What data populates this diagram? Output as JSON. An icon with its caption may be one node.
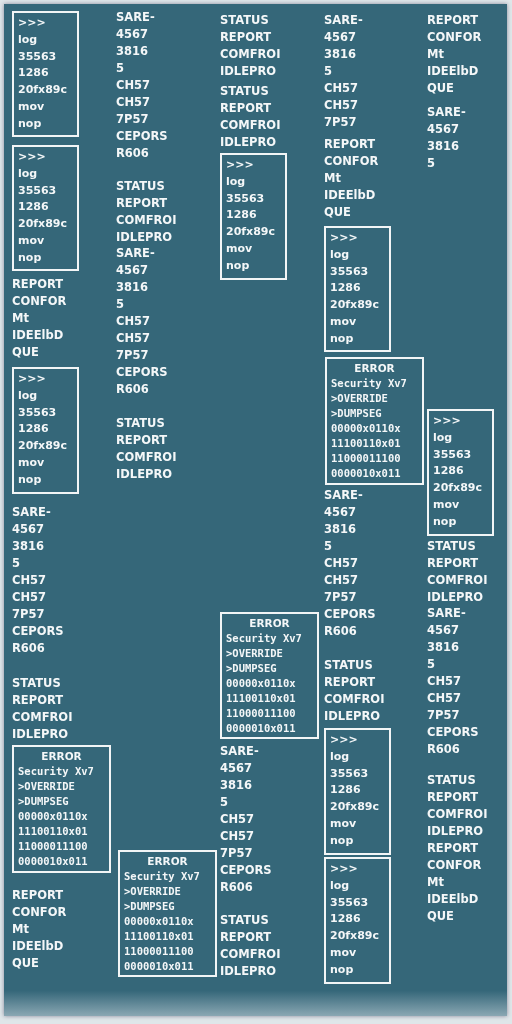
{
  "diagram": {
    "nodes": [
      {
        "text": [
          ">>>",
          "log",
          "35563",
          "1286",
          "20fx89c",
          "mov",
          "nop"
        ]
      },
      {
        "text": [
          ">>>",
          "log",
          "35563",
          "1286",
          "20fx89c",
          "mov",
          "nop"
        ]
      },
      {
        "text": [
          ">>>",
          "log",
          "35563",
          "1286",
          "20fx89c",
          "mov",
          "nop"
        ]
      },
      {
        "text": [
          "ERROR",
          "Security Xv7",
          ">OVERRIDE",
          ">DUMPSEG",
          "00000x0110x",
          "11100110x01",
          "11000011100",
          "0000010x011"
        ]
      },
      {
        "text": [
          "ERROR",
          "Security Xv7",
          ">OVERRIDE",
          ">DUMPSEG",
          "00000x0110x",
          "11100110x01",
          "11000011100",
          "0000010x011"
        ]
      },
      {
        "text": [
          ">>>",
          "log",
          "35563",
          "1286",
          "20fx89c",
          "mov",
          "nop"
        ]
      },
      {
        "text": [
          "ERROR",
          "Security Xv7",
          ">OVERRIDE",
          ">DUMPSEG",
          "00000x0110x",
          "11100110x01",
          "11000011100",
          "0000010x011"
        ]
      },
      {
        "text": [
          ">>>",
          "log",
          "35563",
          "1286",
          "20fx89c",
          "mov",
          "nop"
        ]
      },
      {
        "text": [
          "ERROR",
          "Security Xv7",
          ">OVERRIDE",
          ">DUMPSEG",
          "00000x0110x",
          "11100110x01",
          "11000011100",
          "0000010x011"
        ]
      },
      {
        "text": [
          ">>>",
          "log",
          "35563",
          "1286",
          "20fx89c",
          "mov",
          "nop"
        ]
      },
      {
        "text": [
          ">>>",
          "log",
          "35563",
          "1286",
          "20fx89c",
          "mov",
          "nop"
        ]
      },
      {
        "text": [
          ">>>",
          "log",
          "35563",
          "1286",
          "20fx89c",
          "mov",
          "nop"
        ]
      }
    ],
    "labels": [
      "REPORT",
      "CONFOR",
      "Mt",
      "IDEElbD",
      "QUE",
      "SARE-",
      "4567",
      "3816",
      "5",
      "CH57",
      "CH57",
      "7P57",
      "CEPORS",
      "R606",
      "STATUS",
      "REPORT",
      "COMFROI",
      "IDLEPRO",
      "REPORT",
      "CONFOR",
      "Mt",
      "IDEElbD",
      "QUE",
      "SARE-",
      "4567",
      "3816",
      "5",
      "CH57",
      "CH57",
      "7P57",
      "CEPORS",
      "R606",
      "STATUS",
      "REPORT",
      "COMFROI",
      "IDLEPRO",
      "SARE-",
      "4567",
      "3816",
      "5",
      "CH57",
      "CH57",
      "7P57",
      "CEPORS",
      "R606",
      "STATUS",
      "REPORT",
      "COMFROI",
      "IDLEPRO",
      "STATUS",
      "REPORT",
      "COMFROI",
      "IDLEPRO",
      "STATUS",
      "REPORT",
      "COMFROI",
      "IDLEPRO",
      "SARE-",
      "4567",
      "3816",
      "5",
      "CH57",
      "CH57",
      "7P57",
      "CEPORS",
      "R606",
      "STATUS",
      "REPORT",
      "COMFROI",
      "IDLEPRO",
      "SARE-",
      "4567",
      "3816",
      "5",
      "CH57",
      "CH57",
      "7P57",
      "REPORT",
      "CONFOR",
      "Mt",
      "IDEElbD",
      "QUE",
      "SARE-",
      "4567",
      "3816",
      "5",
      "CH57",
      "CH57",
      "7P57",
      "CEPORS",
      "R606",
      "STATUS",
      "REPORT",
      "COMFROI",
      "IDLEPRO",
      "REPORT",
      "CONFOR",
      "Mt",
      "IDEElbD",
      "QUE",
      "SARE-",
      "4567",
      "3816",
      "5",
      "STATUS",
      "REPORT",
      "COMFROI",
      "IDLEPRO",
      "SARE-",
      "4567",
      "3816",
      "5",
      "CH57",
      "CH57",
      "7P57",
      "CEPORS",
      "R606",
      "STATUS",
      "REPORT",
      "COMFROI",
      "IDLEPRO",
      "REPORT",
      "CONFOR",
      "Mt",
      "IDEElbD",
      "QUE"
    ]
  }
}
